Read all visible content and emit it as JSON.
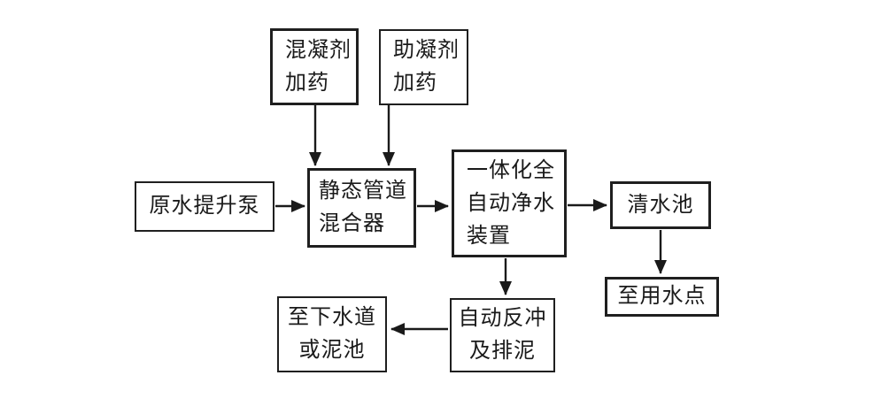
{
  "page": {
    "background_color": "#ffffff",
    "line_color": "#1a1a1a",
    "text_color": "#1a1a1a"
  },
  "nodes": [
    {
      "id": "coagulant-dosing",
      "label": "混凝剂\n加药"
    },
    {
      "id": "coagulant-aid-dosing",
      "label": "助凝剂\n加药"
    },
    {
      "id": "raw-water-lift-pump",
      "label": "原水提升泵"
    },
    {
      "id": "static-pipe-mixer",
      "label": "静态管道\n混合器"
    },
    {
      "id": "integrated-auto-purifier",
      "label": "一体化全\n自动净水\n装置"
    },
    {
      "id": "clear-water-tank",
      "label": "清水池"
    },
    {
      "id": "to-water-use-point",
      "label": "至用水点"
    },
    {
      "id": "auto-backwash-and-sludge",
      "label": "自动反冲\n及排泥"
    },
    {
      "id": "to-sewer-or-mud-pond",
      "label": "至下水道\n或泥池"
    }
  ],
  "edges": [
    {
      "from": "coagulant-dosing",
      "to": "static-pipe-mixer"
    },
    {
      "from": "coagulant-aid-dosing",
      "to": "static-pipe-mixer"
    },
    {
      "from": "raw-water-lift-pump",
      "to": "static-pipe-mixer"
    },
    {
      "from": "static-pipe-mixer",
      "to": "integrated-auto-purifier"
    },
    {
      "from": "integrated-auto-purifier",
      "to": "clear-water-tank"
    },
    {
      "from": "clear-water-tank",
      "to": "to-water-use-point"
    },
    {
      "from": "integrated-auto-purifier",
      "to": "auto-backwash-and-sludge"
    },
    {
      "from": "auto-backwash-and-sludge",
      "to": "to-sewer-or-mud-pond"
    }
  ]
}
